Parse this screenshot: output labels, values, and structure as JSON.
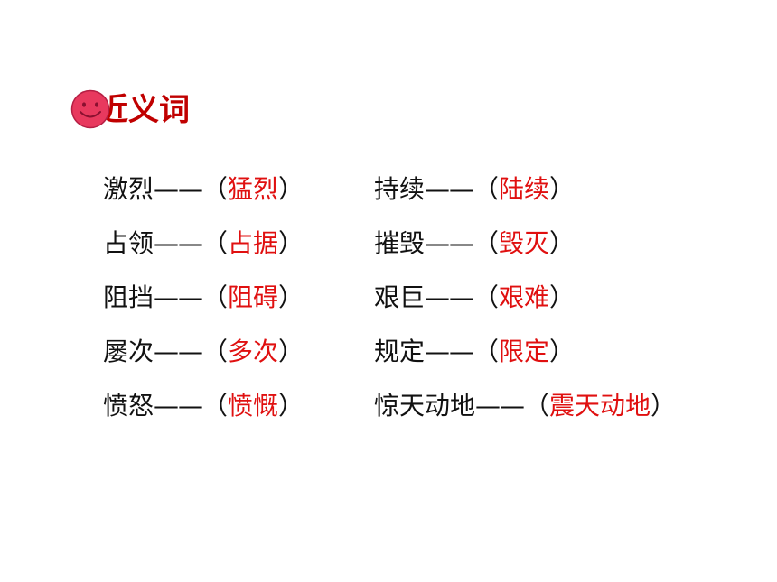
{
  "title": "近义词",
  "title_visible": "近义词",
  "colors": {
    "title": "#c00000",
    "answer": "#e01010",
    "smiley_face": "#e8395e",
    "text": "#111111"
  },
  "icon": "smiley-face-icon",
  "separator": "——",
  "open_paren": "（",
  "close_paren": "）",
  "pairs": [
    {
      "word": "激烈",
      "answer": "猛烈"
    },
    {
      "word": "持续",
      "answer": "陆续"
    },
    {
      "word": "占领",
      "answer": "占据"
    },
    {
      "word": "摧毁",
      "answer": "毁灭"
    },
    {
      "word": "阻挡",
      "answer": "阻碍"
    },
    {
      "word": "艰巨",
      "answer": "艰难"
    },
    {
      "word": "屡次",
      "answer": "多次"
    },
    {
      "word": "规定",
      "answer": "限定"
    },
    {
      "word": "愤怒",
      "answer": "愤慨"
    },
    {
      "word": "惊天动地",
      "answer": "震天动地"
    }
  ]
}
